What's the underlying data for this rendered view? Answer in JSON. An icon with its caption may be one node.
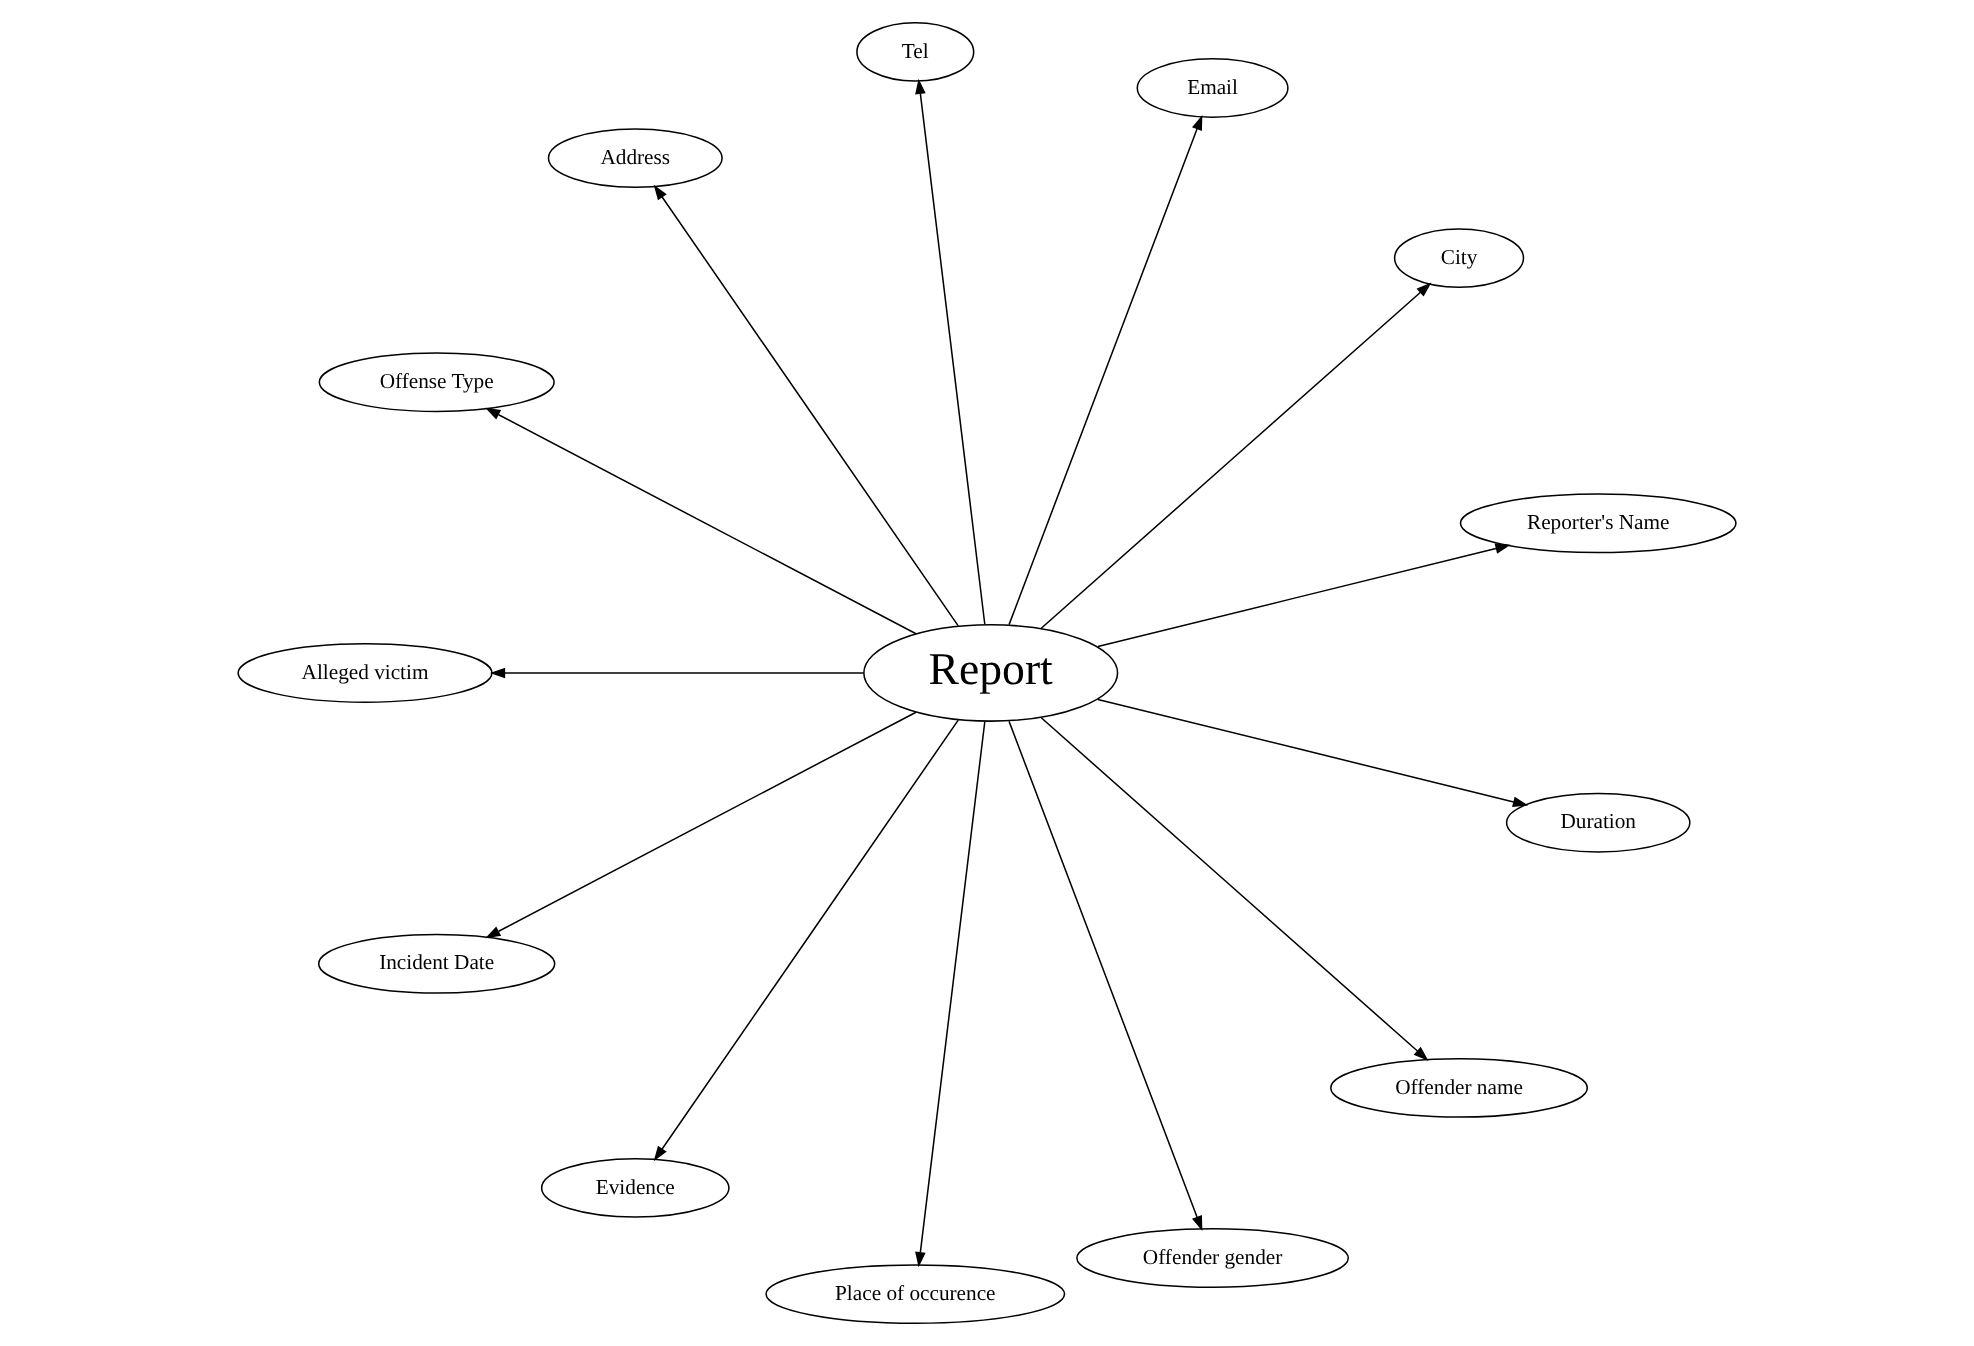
{
  "diagram": {
    "nodes": [
      {
        "text": [
          "Report"
        ]
      },
      {
        "text": [
          "Reporter's Name"
        ]
      },
      {
        "text": [
          "City"
        ]
      },
      {
        "text": [
          "Email"
        ]
      },
      {
        "text": [
          "Tel"
        ]
      },
      {
        "text": [
          "Address"
        ]
      },
      {
        "text": [
          "Offense Type"
        ]
      },
      {
        "text": [
          "Alleged victim"
        ]
      },
      {
        "text": [
          "Incident Date"
        ]
      },
      {
        "text": [
          "Evidence"
        ]
      },
      {
        "text": [
          "Place of occurence"
        ]
      },
      {
        "text": [
          "Offender gender"
        ]
      },
      {
        "text": [
          "Offender name"
        ]
      },
      {
        "text": [
          "Duration"
        ]
      }
    ],
    "edges": [
      {
        "from": 0,
        "to": 1,
        "arrow": "to"
      },
      {
        "from": 0,
        "to": 2,
        "arrow": "to"
      },
      {
        "from": 0,
        "to": 3,
        "arrow": "to"
      },
      {
        "from": 0,
        "to": 4,
        "arrow": "to"
      },
      {
        "from": 0,
        "to": 5,
        "arrow": "to"
      },
      {
        "from": 0,
        "to": 6,
        "arrow": "to"
      },
      {
        "from": 0,
        "to": 7,
        "arrow": "to"
      },
      {
        "from": 0,
        "to": 8,
        "arrow": "to"
      },
      {
        "from": 0,
        "to": 9,
        "arrow": "to"
      },
      {
        "from": 0,
        "to": 10,
        "arrow": "to"
      },
      {
        "from": 0,
        "to": 11,
        "arrow": "to"
      },
      {
        "from": 0,
        "to": 12,
        "arrow": "to"
      },
      {
        "from": 0,
        "to": 13,
        "arrow": "to"
      }
    ]
  }
}
